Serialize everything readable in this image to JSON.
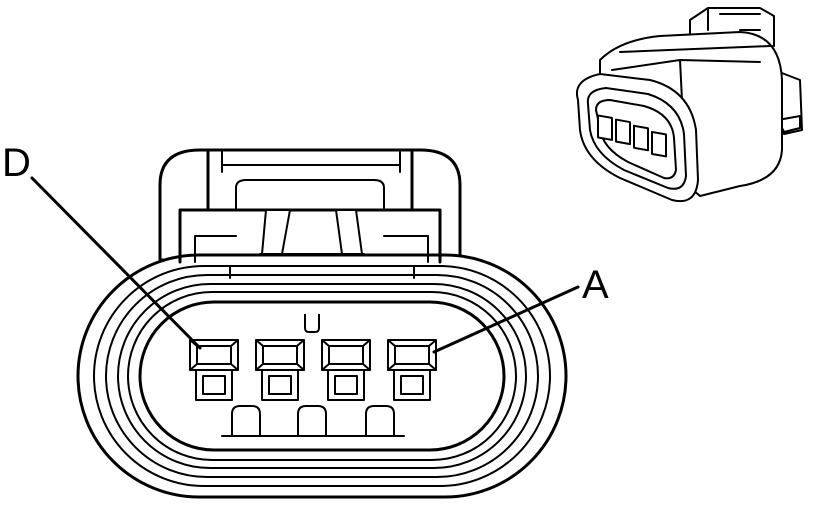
{
  "callouts": {
    "pin_d": "D",
    "pin_a": "A"
  },
  "colors": {
    "line": "#000000",
    "background": "#ffffff"
  },
  "terminal_count": 4
}
